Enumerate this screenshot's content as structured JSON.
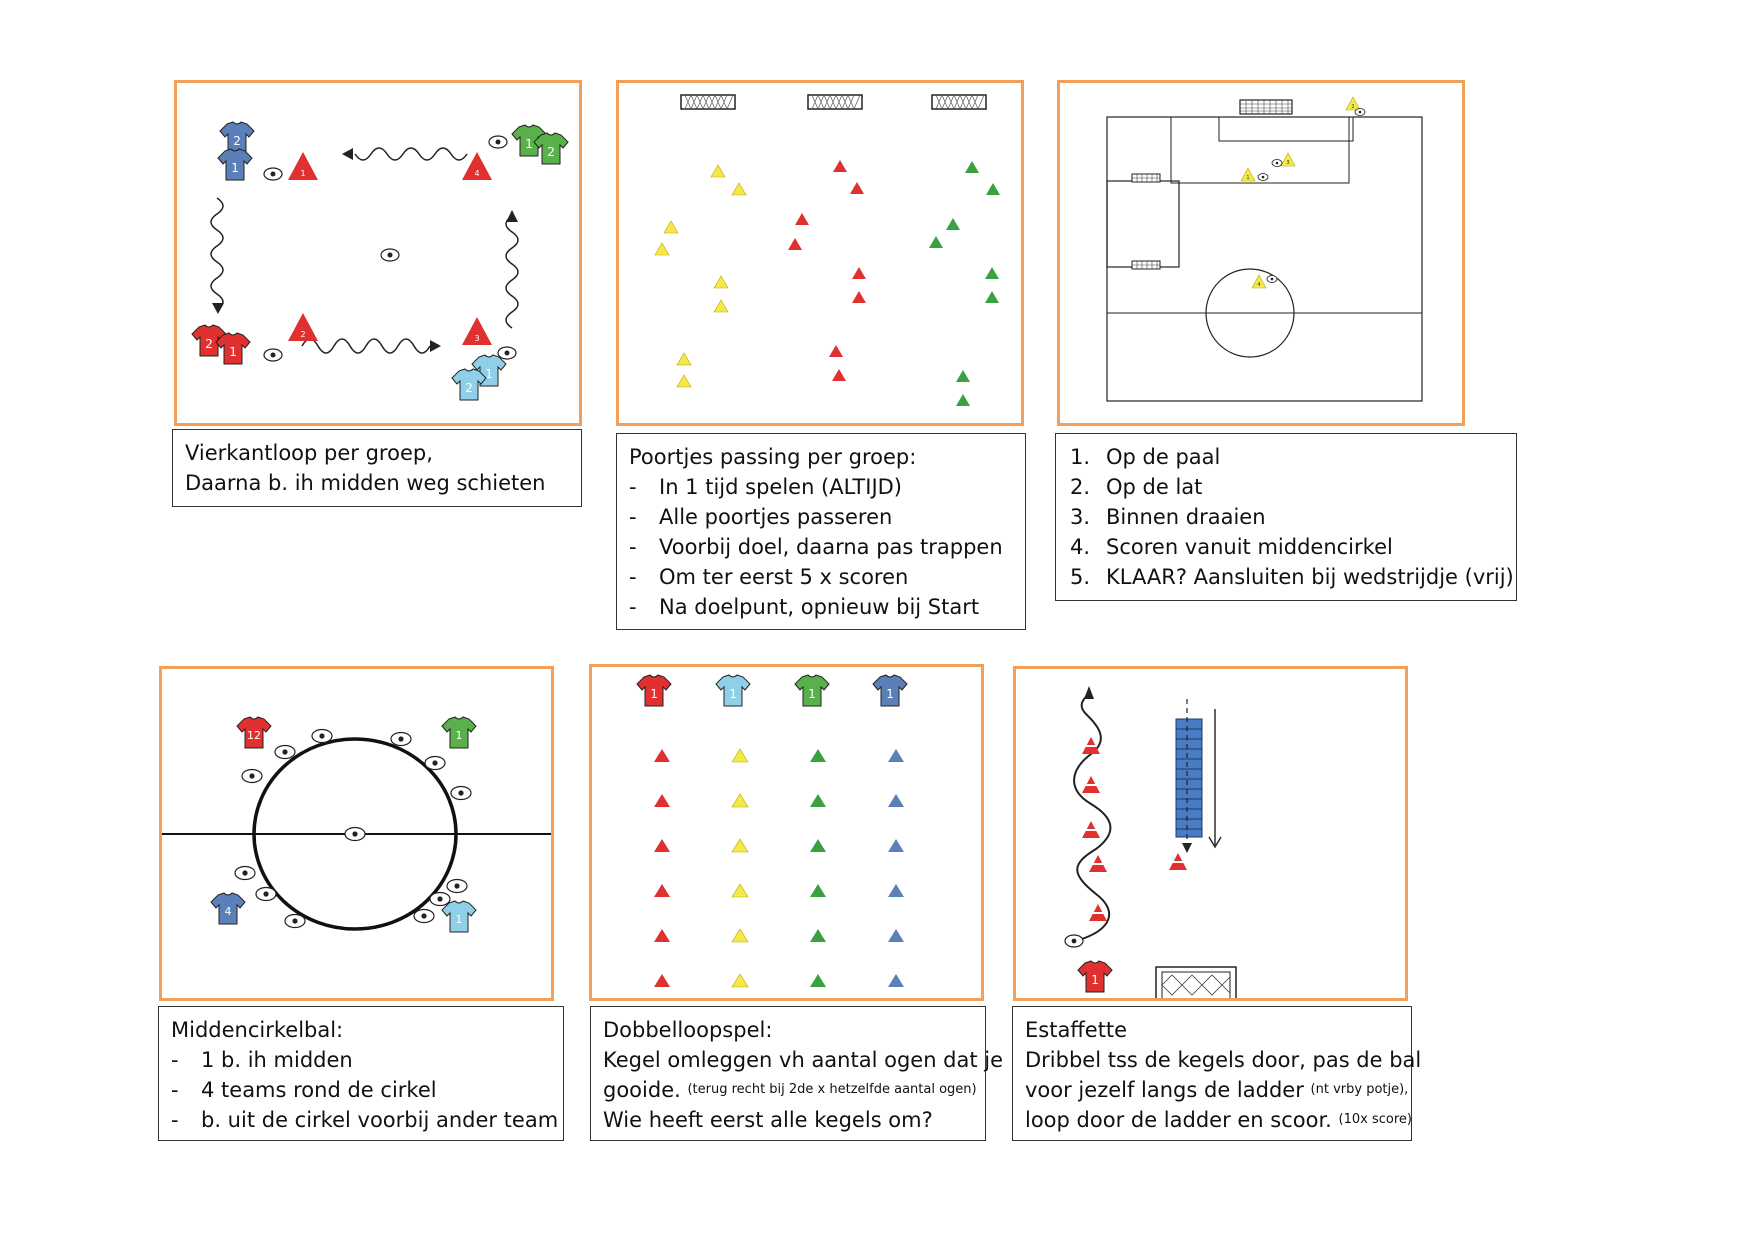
{
  "colors": {
    "panel_border": "#f0a05a",
    "red": "#e03030",
    "yellow": "#f5e94a",
    "green": "#3aa040",
    "blue": "#5b7fb8",
    "light_blue": "#8fd0e8",
    "ladder_blue": "#4a7cc4"
  },
  "icons": [
    "shirt-icon",
    "cone-icon",
    "ball-icon",
    "goal-icon",
    "ladder-icon",
    "arrow-icon"
  ],
  "panels": {
    "p1": {
      "lines": [
        "Vierkantloop per groep,",
        "Daarna b. ih midden weg schieten"
      ],
      "cones": [
        "1",
        "4",
        "2",
        "3"
      ],
      "shirts": [
        "2",
        "1",
        "1",
        "2",
        "2",
        "1",
        "1",
        "2"
      ]
    },
    "p2": {
      "title": "Poortjes passing per groep:",
      "bullets": [
        "In 1 tijd spelen (ALTIJD)",
        "Alle poortjes passeren",
        "Voorbij doel, daarna pas trappen",
        "Om ter eerst 5 x scoren",
        "Na doelpunt, opnieuw bij Start"
      ]
    },
    "p3": {
      "numbered": [
        {
          "n": "1.",
          "text": "Op de paal"
        },
        {
          "n": "2.",
          "text": "Op de lat"
        },
        {
          "n": "3.",
          "text": "Binnen draaien"
        },
        {
          "n": "4.",
          "text": "Scoren vanuit middencirkel"
        },
        {
          "n": "5.",
          "text": "KLAAR? Aansluiten bij wedstrijdje (vrij)"
        }
      ],
      "cones": [
        "2",
        "3",
        "1",
        "4"
      ]
    },
    "p4": {
      "title": "Middencirkelbal:",
      "bullets": [
        "1 b. ih midden",
        "4 teams rond de cirkel",
        "b. uit de cirkel voorbij ander team"
      ],
      "shirts": [
        "12",
        "1",
        "4",
        "1"
      ]
    },
    "p5": {
      "title": "Dobbelloopspel:",
      "line1": "Kegel omleggen vh aantal ogen dat je",
      "line2_main": "gooide.",
      "line2_small": "(terug recht bij 2de x hetzelfde aantal ogen)",
      "line3": "Wie heeft eerst alle kegels om?",
      "shirts": [
        "1",
        "1",
        "1",
        "1"
      ]
    },
    "p6": {
      "title": "Estaffette",
      "line1": "Dribbel tss de kegels door, pas de bal",
      "line2_main": "voor jezelf langs de ladder",
      "line2_small": "(nt vrby potje),",
      "line3_main": "loop door de ladder en scoor.",
      "line3_small": "(10x score)",
      "shirt": "1"
    }
  }
}
